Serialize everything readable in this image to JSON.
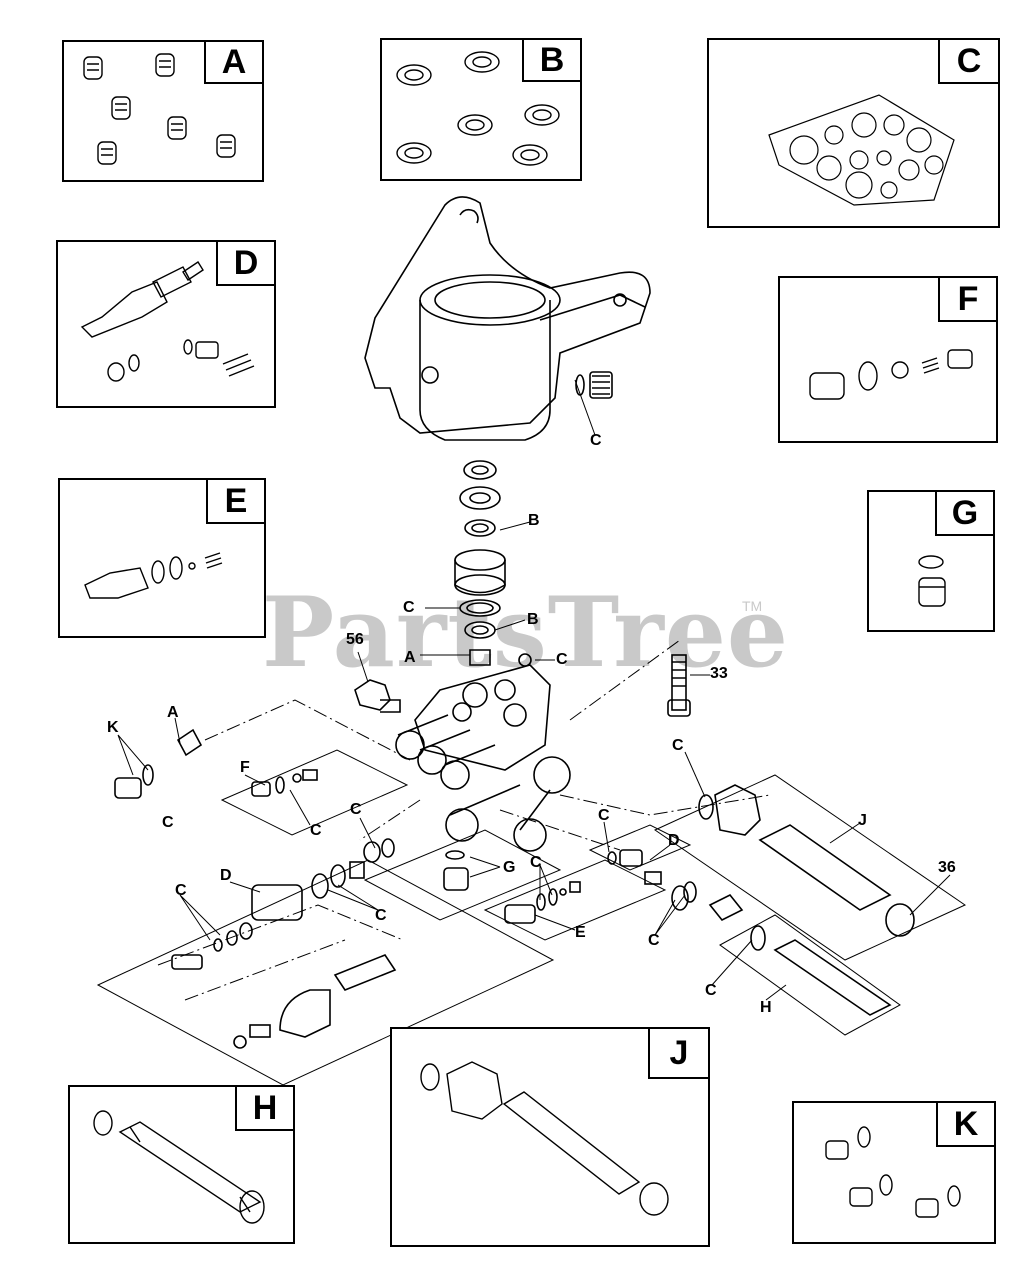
{
  "watermark": {
    "brand": "PartsTree",
    "tm": "TM"
  },
  "kit_boxes": [
    {
      "key": "A",
      "letter": "A"
    },
    {
      "key": "B",
      "letter": "B"
    },
    {
      "key": "C",
      "letter": "C"
    },
    {
      "key": "D",
      "letter": "D"
    },
    {
      "key": "E",
      "letter": "E"
    },
    {
      "key": "F",
      "letter": "F"
    },
    {
      "key": "G",
      "letter": "G"
    },
    {
      "key": "H",
      "letter": "H"
    },
    {
      "key": "J",
      "letter": "J"
    },
    {
      "key": "K",
      "letter": "K"
    }
  ],
  "callouts": [
    {
      "id": "c-manifold-c",
      "text": "C"
    },
    {
      "id": "b-upper",
      "text": "B"
    },
    {
      "id": "c-mid",
      "text": "C"
    },
    {
      "id": "b-lower",
      "text": "B"
    },
    {
      "id": "n56",
      "text": "56"
    },
    {
      "id": "a-center",
      "text": "A"
    },
    {
      "id": "c-ball",
      "text": "C"
    },
    {
      "id": "n33",
      "text": "33"
    },
    {
      "id": "k-left",
      "text": "K"
    },
    {
      "id": "a-left",
      "text": "A"
    },
    {
      "id": "c-k",
      "text": "C"
    },
    {
      "id": "f-left",
      "text": "F"
    },
    {
      "id": "c-f",
      "text": "C"
    },
    {
      "id": "c-top-d",
      "text": "C"
    },
    {
      "id": "c-j-top",
      "text": "C"
    },
    {
      "id": "j-right",
      "text": "J"
    },
    {
      "id": "n36",
      "text": "36"
    },
    {
      "id": "c-d-left",
      "text": "C"
    },
    {
      "id": "d-left",
      "text": "D"
    },
    {
      "id": "c-d-right",
      "text": "C"
    },
    {
      "id": "g-mid",
      "text": "G"
    },
    {
      "id": "c-e",
      "text": "C"
    },
    {
      "id": "e-mid",
      "text": "E"
    },
    {
      "id": "c-d-small",
      "text": "C"
    },
    {
      "id": "d-small",
      "text": "D"
    },
    {
      "id": "c-h-left",
      "text": "C"
    },
    {
      "id": "c-h",
      "text": "C"
    },
    {
      "id": "h-right",
      "text": "H"
    }
  ]
}
